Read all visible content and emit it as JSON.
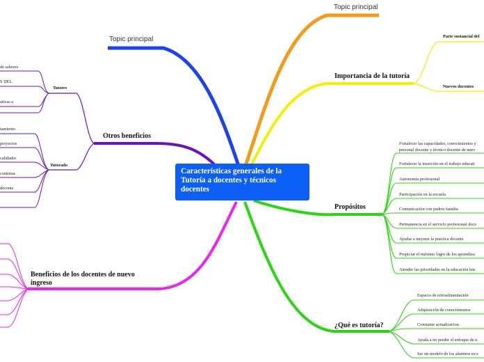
{
  "central": {
    "title": "Características generales de la\nTutoría a docentes y técnicos\ndocentes"
  },
  "branches": {
    "top_left_topic": "Topic principal",
    "top_right_topic": "Topic principal",
    "importancia": {
      "label": "Importancia de la tutoría",
      "children": [
        "Parte sustancial del",
        "Nuevos docentes"
      ]
    },
    "otros": {
      "label": "Otros beneficios",
      "tutores": {
        "label": "Tutores",
        "items": [
          "de saberes",
          "S DEL",
          "ativas a"
        ]
      },
      "tutorado": {
        "label": "Tutorado",
        "items": [
          "tamiento",
          "proyectos",
          "calidades",
          "continua",
          "docente"
        ]
      }
    },
    "propositos": {
      "label": "Propósitos",
      "items": [
        "Fortalecer las capacidades, conocimientos y\npersonal docente y técnico docente de nuev",
        "Fortalecer la inserción  en el trabajo educati",
        "Autonomía profesional",
        "Participación en la escuela",
        "Comunicación con padres familia",
        "Permanencia en el servicio profesional doce",
        "Ayudar a mejorar la practica docente",
        "Propiciar el máximo logro de los aprendiza",
        "Atender las prioridades en la educación bás"
      ]
    },
    "que_es": {
      "label": "¿Qué es tutoría?",
      "items": [
        "Espacio de retroalimentación",
        "Adquisición de conocimientos",
        "Constante actualizacion",
        "Ayuda a no perder el enfoque de u",
        "Ser un modelo de los alumnos en e"
      ]
    },
    "beneficios": {
      "label": "Beneficios de los docentes de nuevo\ningreso"
    }
  },
  "colors": {
    "central": "#0b5ff5",
    "topic_left": "#1a44ee",
    "topic_right": "#f59a16",
    "importancia": "#f0f000",
    "otros": "#6a10c8",
    "propositos": "#28d80e",
    "que_es": "#28d80e",
    "beneficios": "#f020f0"
  }
}
